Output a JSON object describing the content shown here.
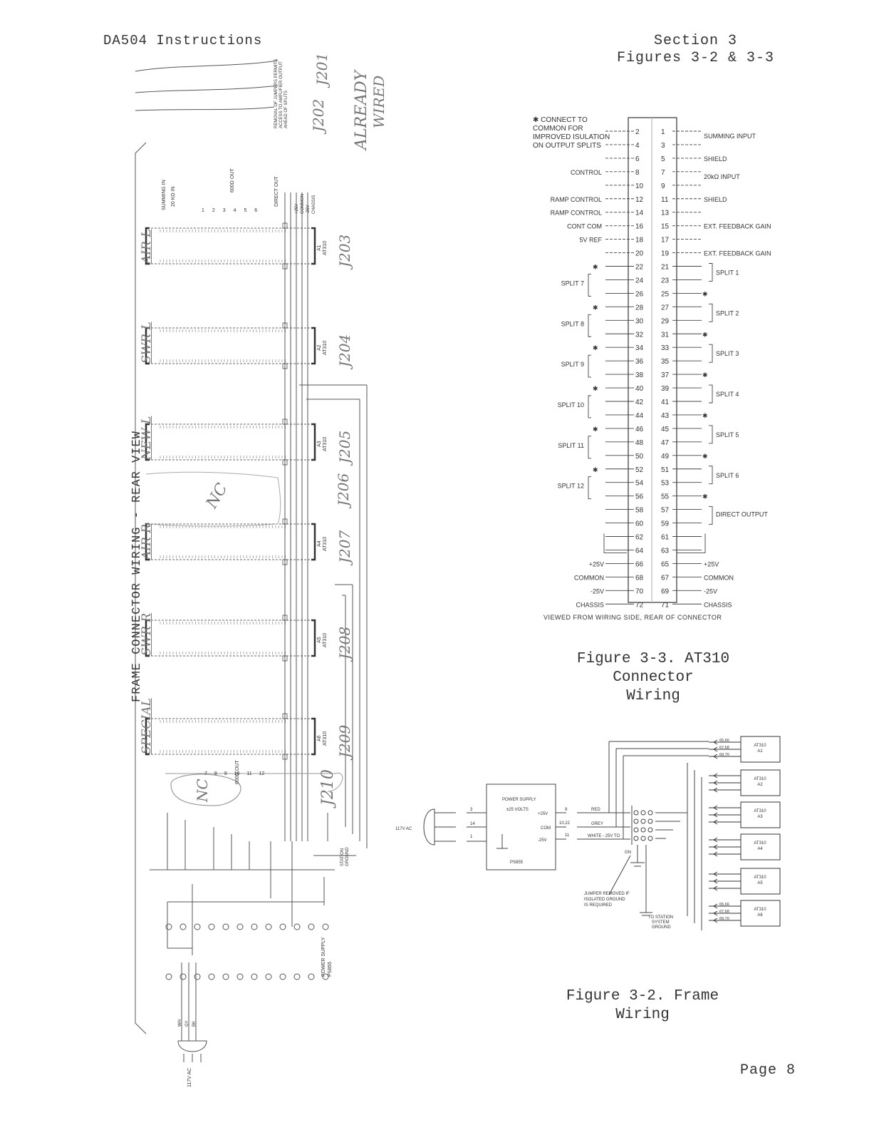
{
  "header": {
    "left_title": "DA504 Instructions",
    "section": "Section 3",
    "figures": "Figures 3-2 & 3-3"
  },
  "left_diagram": {
    "vertical_title": "FRAME CONNECTOR WIRING - REAR VIEW",
    "top_note": "REMOVAL OF JUMPERS PERMITS ACCESS TO AMPLIFIER OUTPUT AHEAD OF SPLITS",
    "handwritten_top": [
      "J202",
      "J201",
      "ALREADY",
      "WIRED"
    ],
    "top_signal_labels": [
      "SUMMING IN",
      "20 KΩ IN",
      "600Ω OUT",
      "DIRECT OUT",
      "+25V COMMON -25V CHASSIS"
    ],
    "split_numbers_top": [
      "1",
      "2",
      "3",
      "4",
      "5",
      "6"
    ],
    "split_numbers_bottom": [
      "7",
      "8",
      "9",
      "10",
      "11",
      "12"
    ],
    "bottom_600_label": "600Ω OUT",
    "connectors": [
      {
        "id": "A1",
        "model": "AT310",
        "hand_name": "AIR L",
        "jack": "J203"
      },
      {
        "id": "A2",
        "model": "AT310",
        "hand_name": "SWR L",
        "jack": "J204"
      },
      {
        "id": "A3",
        "model": "AT310",
        "hand_name": "NEW L",
        "jack": "J205"
      },
      {
        "id": "",
        "model": "",
        "hand_name": "NC",
        "jack": "J206"
      },
      {
        "id": "A4",
        "model": "AT310",
        "hand_name": "AIR R",
        "jack": "J207"
      },
      {
        "id": "A5",
        "model": "AT310",
        "hand_name": "SWR R",
        "jack": "J208"
      },
      {
        "id": "A6",
        "model": "AT310",
        "hand_name": "SPECIAL",
        "jack": "J209"
      }
    ],
    "handwritten_bottom": [
      "NC",
      "J210"
    ],
    "station_ground": "STATION GROUND",
    "power_supply": "POWER SUPPLY PS855",
    "plug_label": "117V AC",
    "wire_labels": [
      "WH",
      "GY",
      "BK"
    ]
  },
  "figure_3_3": {
    "caption_line1": "Figure 3-3. AT310 Connector",
    "caption_line2": "Wiring",
    "footer_note": "VIEWED FROM WIRING SIDE, REAR OF CONNECTOR",
    "note_lines": [
      "✱ CONNECT TO",
      "COMMON FOR",
      "IMPROVED ISULATION",
      "ON OUTPUT SPLITS"
    ],
    "left_labels": [
      {
        "pin": "2",
        "text": ""
      },
      {
        "pin": "4",
        "text": ""
      },
      {
        "pin": "6",
        "text": ""
      },
      {
        "pin": "8",
        "text": "CONTROL"
      },
      {
        "pin": "10",
        "text": ""
      },
      {
        "pin": "12",
        "text": "RAMP CONTROL"
      },
      {
        "pin": "14",
        "text": "RAMP CONTROL"
      },
      {
        "pin": "16",
        "text": "CONT COM"
      },
      {
        "pin": "18",
        "text": "5V REF"
      },
      {
        "pin": "20",
        "text": ""
      }
    ],
    "right_labels": [
      {
        "pin": "1",
        "text": "SUMMING INPUT"
      },
      {
        "pin": "5",
        "text": "SHIELD"
      },
      {
        "pin": "7",
        "text": "20kΩ INPUT"
      },
      {
        "pin": "11",
        "text": "SHIELD"
      },
      {
        "pin": "15",
        "text": "EXT. FEEDBACK GAIN"
      },
      {
        "pin": "19",
        "text": "EXT. FEEDBACK GAIN"
      }
    ],
    "left_splits": [
      "SPLIT 7",
      "SPLIT 8",
      "SPLIT 9",
      "SPLIT 10",
      "SPLIT 11",
      "SPLIT 12"
    ],
    "right_splits": [
      "SPLIT 1",
      "SPLIT 2",
      "SPLIT 3",
      "SPLIT 4",
      "SPLIT 5",
      "SPLIT 6"
    ],
    "direct_output": "DIRECT OUTPUT",
    "power_left": [
      "+25V",
      "COMMON",
      "-25V",
      "CHASSIS"
    ],
    "power_right": [
      "+25V",
      "COMMON",
      "-25V",
      "CHASSIS"
    ],
    "pins_even": [
      "2",
      "4",
      "6",
      "8",
      "10",
      "12",
      "14",
      "16",
      "18",
      "20",
      "22",
      "24",
      "26",
      "28",
      "30",
      "32",
      "34",
      "36",
      "38",
      "40",
      "42",
      "44",
      "46",
      "48",
      "50",
      "52",
      "54",
      "56",
      "58",
      "60",
      "62",
      "64",
      "66",
      "68",
      "70",
      "72"
    ],
    "pins_odd": [
      "1",
      "3",
      "5",
      "7",
      "9",
      "11",
      "13",
      "15",
      "17",
      "19",
      "21",
      "23",
      "25",
      "27",
      "29",
      "31",
      "33",
      "35",
      "37",
      "39",
      "41",
      "43",
      "45",
      "47",
      "49",
      "51",
      "53",
      "55",
      "57",
      "59",
      "61",
      "63",
      "65",
      "67",
      "69",
      "71"
    ],
    "star": "✱"
  },
  "figure_3_2": {
    "caption": "Figure 3-2. Frame Wiring",
    "ac_label": "117V AC",
    "ps_title": "POWER SUPPLY",
    "ps_volts": "±25 VOLTS",
    "ps_model": "PS855",
    "ps_outputs": [
      "+25V",
      "COM",
      "-25V"
    ],
    "ac_pins": [
      "3",
      "14",
      "1"
    ],
    "wire_pins": [
      "9",
      "10,22",
      "11"
    ],
    "wire_colors": [
      "RED",
      "GREY",
      "WHITE - 25V TO"
    ],
    "gn": "GN",
    "jumper_note": [
      "JUMPER REMOVED IF",
      "ISOLATED GROUND",
      "IS REQUIRED"
    ],
    "station_note": [
      "TO STATION",
      "SYSTEM",
      "GROUND"
    ],
    "pin_groups": [
      "65,66",
      "67,68",
      "69,70"
    ],
    "modules": [
      {
        "model": "AT310",
        "id": "A1"
      },
      {
        "model": "AT310",
        "id": "A2"
      },
      {
        "model": "AT310",
        "id": "A3"
      },
      {
        "model": "AT310",
        "id": "A4"
      },
      {
        "model": "AT310",
        "id": "A5"
      },
      {
        "model": "AT310",
        "id": "A6"
      }
    ]
  },
  "page": "Page 8"
}
